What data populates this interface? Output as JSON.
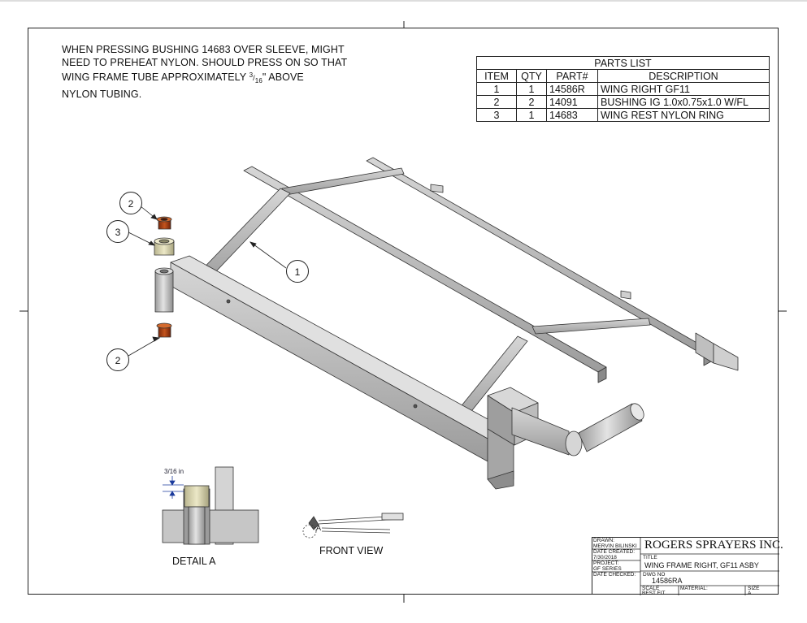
{
  "note": {
    "line1": "WHEN PRESSING BUSHING 14683 OVER SLEEVE, MIGHT",
    "line2": "NEED TO PREHEAT NYLON. SHOULD PRESS ON SO THAT",
    "line3_a": "WING FRAME TUBE APPROXIMATELY ",
    "frac_num": "3",
    "frac_den": "16",
    "line3_b": "\" ABOVE",
    "line4": "NYLON TUBING."
  },
  "parts_list": {
    "title": "PARTS LIST",
    "headers": [
      "ITEM",
      "QTY",
      "PART#",
      "DESCRIPTION"
    ],
    "rows": [
      [
        "1",
        "1",
        "14586R",
        "WING RIGHT GF11"
      ],
      [
        "2",
        "2",
        "14091",
        "BUSHING IG 1.0x0.75x1.0 W/FL"
      ],
      [
        "3",
        "1",
        "14683",
        "WING REST NYLON RING"
      ]
    ]
  },
  "balloons": {
    "b_top2": "2",
    "b_3": "3",
    "b_1": "1",
    "b_bot2": "2"
  },
  "views": {
    "detail_label": "DETAIL  A",
    "front_label": "FRONT VIEW",
    "dim_text": "3/16 in",
    "front_marker": "A"
  },
  "title_block": {
    "drawn_label": "DRAWN:",
    "drawn_value": "MERVIN BILINSKI",
    "created_label": "DATE CREATED:",
    "created_value": "7/30/2018",
    "project_label": "PROJECT:",
    "project_value": "GF SERIES",
    "checked_label": "DATE CHECKED:",
    "company": "ROGERS SPRAYERS INC.",
    "title_label": "TITLE",
    "title_value": "WING FRAME RIGHT, GF11 ASBY",
    "dwg_label": "DWG NO",
    "dwg_value": "14586RA",
    "scale_label": "SCALE",
    "scale_value": "BEST FIT",
    "material_label": "MATERIAL:",
    "size_label": "SIZE",
    "size_value": "A"
  }
}
